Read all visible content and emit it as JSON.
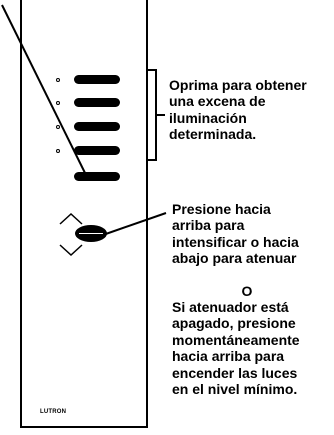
{
  "device": {
    "brand": "LUTRON"
  },
  "callouts": {
    "scene": {
      "lines": [
        "Oprima para obtener",
        "una excena de",
        "iluminación",
        "determinada."
      ]
    },
    "raise_lower": {
      "lines": [
        "Presione hacia",
        "arriba para",
        "intensificar o hacia",
        "abajo para atenuar"
      ]
    },
    "separator": "O",
    "off_state": {
      "lines": [
        "Si atenuador está",
        "apagado, presione",
        "momentáneamente",
        "hacia arriba para",
        "encender las luces",
        "en el nivel mínimo."
      ]
    }
  }
}
